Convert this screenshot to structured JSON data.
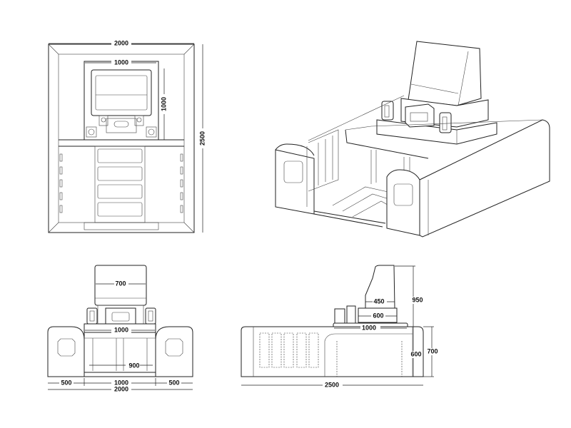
{
  "plan_view": {
    "width": "2000",
    "depth": "2500",
    "stone_width": "1000",
    "stone_depth": "1000"
  },
  "front_view": {
    "headstone_width": "700",
    "base_width": "1000",
    "opening_width": "900",
    "left_wing": "500",
    "center": "1000",
    "right_wing": "500",
    "total_width": "2000"
  },
  "side_view": {
    "headstone_depth": "450",
    "upper_base_depth": "600",
    "base_depth": "1000",
    "total_length": "2500",
    "height_headstone": "950",
    "height_inner": "600",
    "height_wall": "700"
  }
}
